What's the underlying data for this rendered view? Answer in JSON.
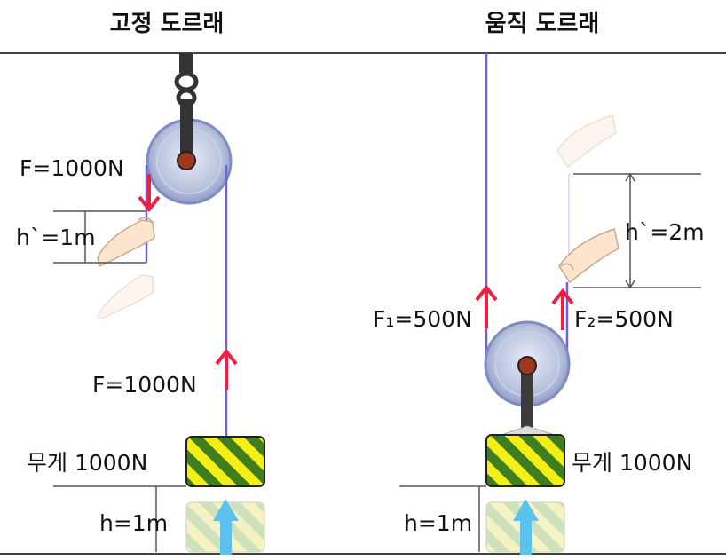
{
  "panels": [
    {
      "title": "고정 도르래",
      "force_hand": "F=1000N",
      "hand_height": "h`=1m",
      "force_rope": "F=1000N",
      "weight": "무게 1000N",
      "lift_height": "h=1m"
    },
    {
      "title": "움직 도르래",
      "force_left": "F₁=500N",
      "force_right": "F₂=500N",
      "hand_height": "h`=2m",
      "weight": "무게 1000N",
      "lift_height": "h=1m"
    }
  ],
  "colors": {
    "rope": "#6f62d8",
    "arrow_red": "#ec1f45",
    "arrow_blue": "#5bc2ee",
    "stripe_green": "#3f7d1e",
    "stripe_yellow": "#f2ef16",
    "pulley": "#a9b6d8",
    "axle": "#a0381d"
  }
}
